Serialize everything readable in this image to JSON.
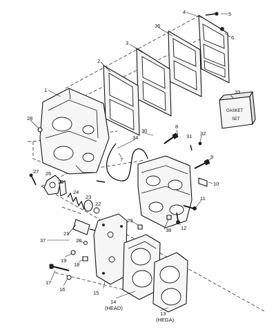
{
  "callouts": [
    {
      "id": "c1",
      "text": "1"
    },
    {
      "id": "c2",
      "text": "2"
    },
    {
      "id": "c3",
      "text": "3"
    },
    {
      "id": "c4",
      "text": "4"
    },
    {
      "id": "c5",
      "text": "5"
    },
    {
      "id": "c6",
      "text": "6"
    },
    {
      "id": "c7",
      "text": "7"
    },
    {
      "id": "c8",
      "text": "8"
    },
    {
      "id": "c9",
      "text": "9"
    },
    {
      "id": "c10",
      "text": "10"
    },
    {
      "id": "c11",
      "text": "11"
    },
    {
      "id": "c12",
      "text": "12"
    },
    {
      "id": "c13",
      "text": "13"
    },
    {
      "id": "c14",
      "text": "14"
    },
    {
      "id": "c15",
      "text": "15"
    },
    {
      "id": "c16",
      "text": "16"
    },
    {
      "id": "c17",
      "text": "17"
    },
    {
      "id": "c18",
      "text": "18"
    },
    {
      "id": "c19",
      "text": "19"
    },
    {
      "id": "c20",
      "text": "20"
    },
    {
      "id": "c21",
      "text": "21"
    },
    {
      "id": "c22",
      "text": "22"
    },
    {
      "id": "c23",
      "text": "23"
    },
    {
      "id": "c24",
      "text": "24"
    },
    {
      "id": "c25",
      "text": "25"
    },
    {
      "id": "c26",
      "text": "26"
    },
    {
      "id": "c27",
      "text": "27"
    },
    {
      "id": "c28",
      "text": "28"
    },
    {
      "id": "c29",
      "text": "29"
    },
    {
      "id": "c30",
      "text": "30"
    },
    {
      "id": "c31",
      "text": "31"
    },
    {
      "id": "c32",
      "text": "32"
    },
    {
      "id": "c33",
      "text": "33"
    },
    {
      "id": "c34",
      "text": "34"
    },
    {
      "id": "c36",
      "text": "36"
    },
    {
      "id": "c37",
      "text": "37"
    },
    {
      "id": "c38",
      "text": "38"
    }
  ],
  "sublabels": {
    "head": "(HEAD)",
    "hega": "(HEGA)"
  },
  "gasket_box": {
    "line1": "GASKET",
    "line2": "SET"
  }
}
